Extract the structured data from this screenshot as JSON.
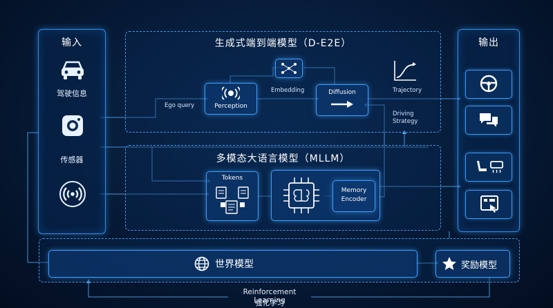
{
  "input": {
    "title": "输入",
    "driving_info": "驾驶信息",
    "sensor": "传感器"
  },
  "output": {
    "title": "输出"
  },
  "d_e2e": {
    "title": "生成式端到端模型（D-E2E）",
    "ego_query": "Ego query",
    "perception": "Perception",
    "embedding": "Embedding",
    "diffusion": "Diffusion",
    "trajectory": "Trajectory",
    "driving_strategy_line1": "Driving",
    "driving_strategy_line2": "Strategy"
  },
  "mllm": {
    "title": "多模态大语言模型（MLLM）",
    "tokens": "Tokens",
    "memory_line1": "Memory",
    "memory_line2": "Encoder"
  },
  "world_model": {
    "title": "世界模型"
  },
  "reward_model": {
    "title": "奖励模型"
  },
  "rl": {
    "label_en": "Reinforcement Learning",
    "label_zh": "强化学习"
  }
}
